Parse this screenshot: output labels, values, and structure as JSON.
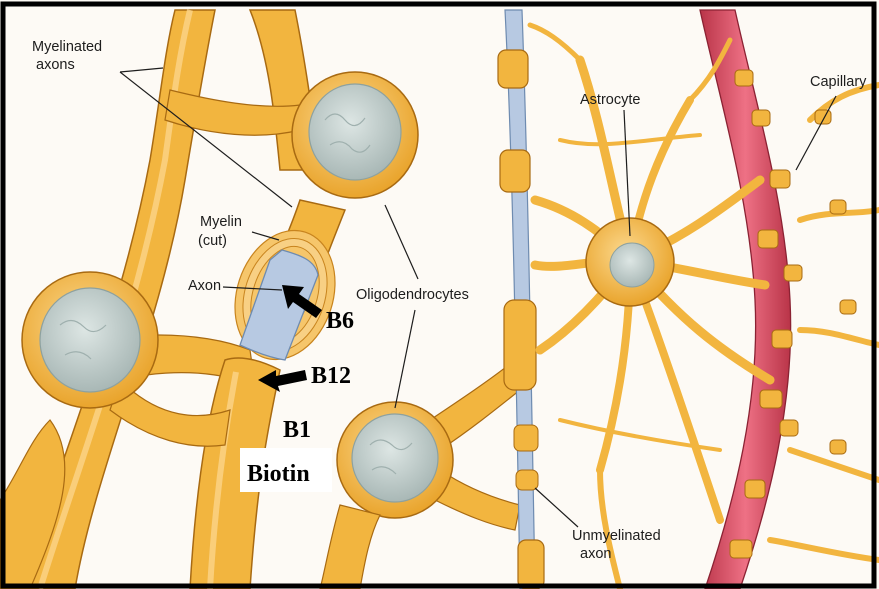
{
  "labels": {
    "myelinated_axons_line1": "Myelinated",
    "myelinated_axons_line2": "axons",
    "myelin_line1": "Myelin",
    "myelin_line2": "(cut)",
    "axon": "Axon",
    "oligodendrocytes": "Oligodendrocytes",
    "astrocyte": "Astrocyte",
    "capillary": "Capillary",
    "unmyelinated_line1": "Unmyelinated",
    "unmyelinated_line2": "axon"
  },
  "vitamins": {
    "b6": "B6",
    "b12": "B12",
    "b1": "B1",
    "biotin": "Biotin"
  },
  "colors": {
    "myelin": "#f2b53f",
    "myelin_light": "#fbd58a",
    "myelin_dark": "#c8841e",
    "axon": "#b7c9e2",
    "nucleus": "#c5d2d0",
    "capillary": "#e0566c",
    "outline": "#a86a12",
    "frame": "#000000"
  }
}
